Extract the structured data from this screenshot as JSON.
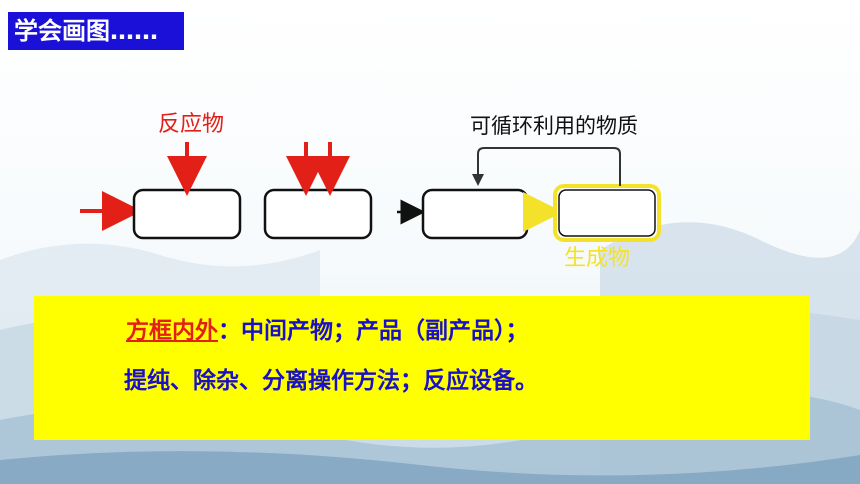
{
  "title": "学会画图……",
  "diagram": {
    "reactant_label": "反应物",
    "recycle_label": "可循环利用的物质",
    "product_label": "生成物"
  },
  "note": {
    "key_label": "方框内外",
    "line1_rest": "：中间产物；产品（副产品）；",
    "line2": "提纯、除杂、分离操作方法；反应设备。"
  },
  "colors": {
    "title_bg": "#1a10d8",
    "reactant": "#e32018",
    "product": "#f4e22a",
    "panel": "#ffff00",
    "note_text": "#1a10c8"
  }
}
